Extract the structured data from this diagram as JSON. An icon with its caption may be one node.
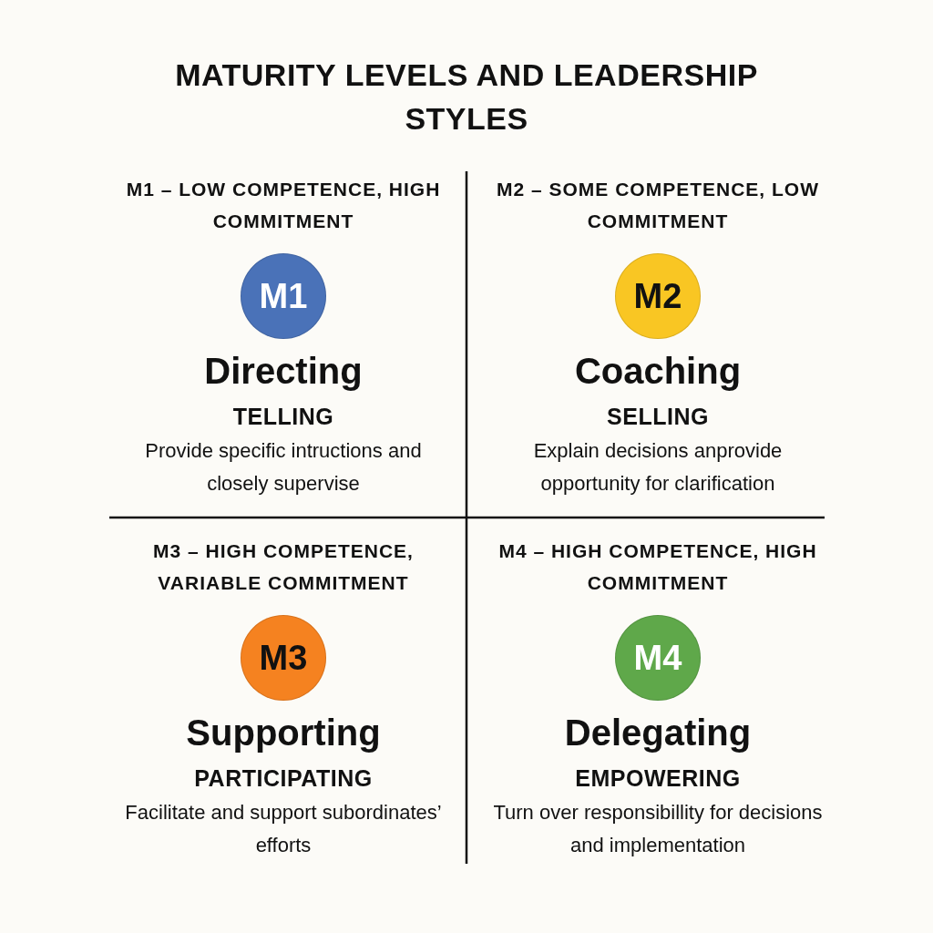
{
  "diagram": {
    "title": "MATURITY LEVELS AND LEADERSHIP STYLES",
    "nodes": [
      {
        "text": [
          "M1"
        ],
        "beside": [
          "M1 – LOW COMPETENCE, HIGH COMMITMENT",
          "Directing",
          "TELLING",
          "Provide specific intructions and closely supervise"
        ]
      },
      {
        "text": [
          "M2"
        ],
        "beside": [
          "M2 – SOME COMPETENCE, LOW COMMITMENT",
          "Coaching",
          "SELLING",
          "Explain decisions anprovide opportunity for clarification"
        ]
      },
      {
        "text": [
          "M3"
        ],
        "beside": [
          "M3 – HIGH COMPETENCE, VARIABLE COMMITMENT",
          "Supporting",
          "PARTICIPATING",
          "Facilitate and support subordinates’ efforts"
        ]
      },
      {
        "text": [
          "M4"
        ],
        "beside": [
          "M4 – HIGH COMPETENCE, HIGH COMMITMENT",
          "Delegating",
          "EMPOWERING",
          "Turn over responsibillity for decisions and implementation"
        ]
      }
    ]
  }
}
